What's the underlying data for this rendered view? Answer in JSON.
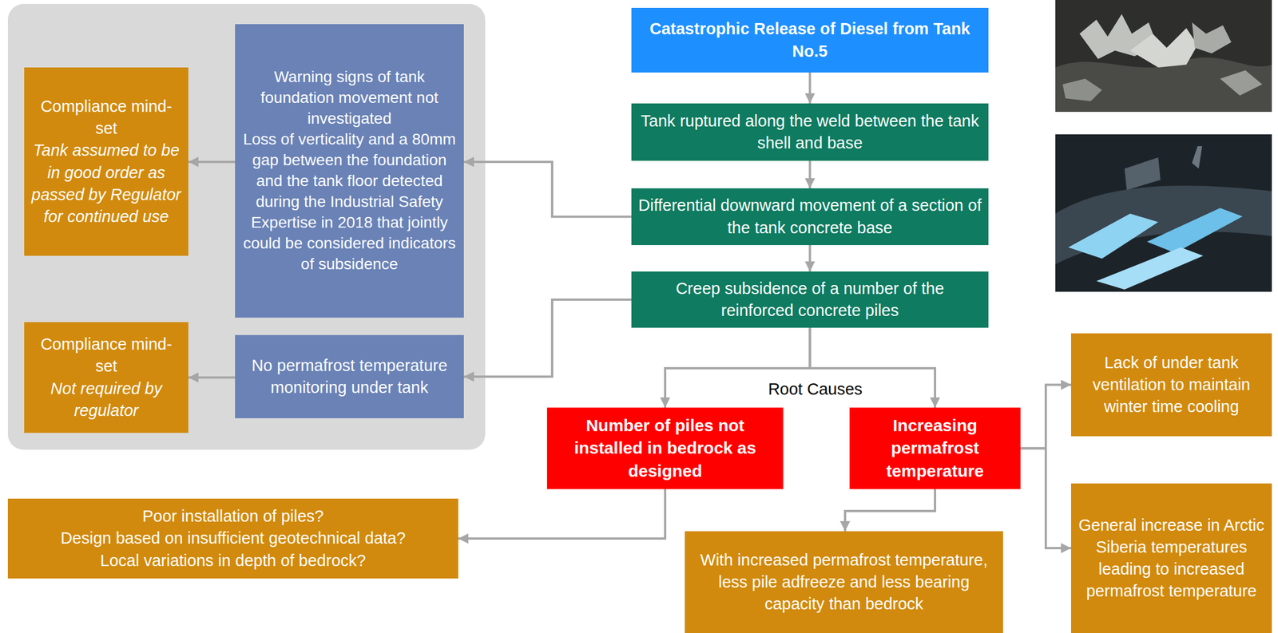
{
  "diagram": {
    "nodes": [
      {
        "text": [
          "Catastrophic Release of Diesel from Tank No.5"
        ]
      },
      {
        "text": [
          "Tank ruptured along the weld between the tank shell and base"
        ]
      },
      {
        "text": [
          "Differential downward movement of a section of the tank concrete base"
        ]
      },
      {
        "text": [
          "Creep subsidence of a number of the reinforced concrete piles"
        ]
      },
      {
        "text": [
          "Warning signs of tank foundation movement not investigated",
          "Loss of verticality and a 80mm gap between the foundation and the tank floor detected during the Industrial Safety Expertise in 2018 that jointly could be considered indicators of subsidence"
        ]
      },
      {
        "text": [
          "Compliance mind-set",
          "Tank assumed to be in good order as passed by Regulator for continued use"
        ]
      },
      {
        "text": [
          "No permafrost temperature monitoring under tank"
        ]
      },
      {
        "text": [
          "Compliance mind-set",
          "Not required by regulator"
        ]
      },
      {
        "text": [
          "Number of piles not installed in bedrock as designed"
        ]
      },
      {
        "text": [
          "Increasing permafrost temperature"
        ]
      },
      {
        "text": [
          "Lack of under tank ventilation to maintain winter time cooling"
        ]
      },
      {
        "text": [
          "General increase in Arctic Siberia temperatures leading to increased permafrost temperature"
        ]
      },
      {
        "text": [
          "Poor installation of piles?",
          "Design based on insufficient geotechnical data?",
          "Local variations in depth of bedrock?"
        ]
      },
      {
        "text": [
          "With increased permafrost temperature, less pile adfreeze and less bearing capacity than bedrock"
        ]
      }
    ],
    "edges": [
      {
        "from": 0,
        "to": 1,
        "arrow": "to"
      },
      {
        "from": 1,
        "to": 2,
        "arrow": "to"
      },
      {
        "from": 2,
        "to": 3,
        "arrow": "to"
      },
      {
        "from": 2,
        "to": 4,
        "arrow": "to"
      },
      {
        "from": 4,
        "to": 5,
        "arrow": "to"
      },
      {
        "from": 3,
        "to": 6,
        "arrow": "to"
      },
      {
        "from": 6,
        "to": 7,
        "arrow": "to"
      },
      {
        "from": 3,
        "to": 8,
        "arrow": "to"
      },
      {
        "from": 3,
        "to": 9,
        "arrow": "to"
      },
      {
        "from": 8,
        "to": 12,
        "arrow": "to"
      },
      {
        "from": 9,
        "to": 13,
        "arrow": "to"
      },
      {
        "from": 9,
        "to": 10,
        "arrow": "to"
      },
      {
        "from": 9,
        "to": 11,
        "arrow": "to"
      }
    ],
    "labels": [
      "Root Causes"
    ]
  }
}
